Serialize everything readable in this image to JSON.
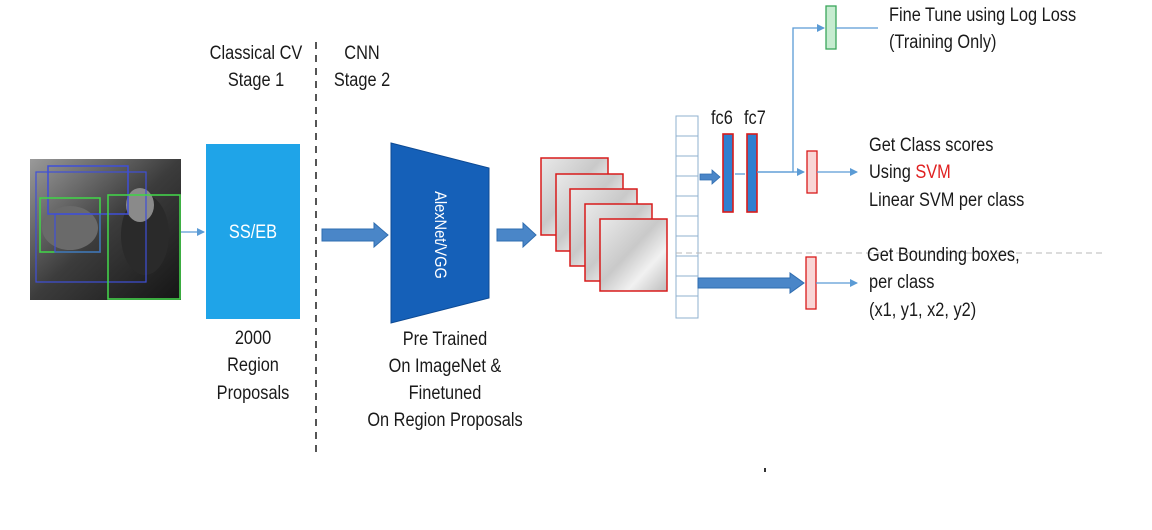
{
  "labels": {
    "classical_cv": "Classical CV",
    "stage1": "Stage 1",
    "cnn": "CNN",
    "stage2": "Stage 2",
    "ss_eb": "SS/EB",
    "proposals_count": "2000",
    "proposals_region": "Region",
    "proposals_word": "Proposals",
    "alexnet_vgg": "AlexNet/VGG",
    "pretrained_1": "Pre Trained",
    "pretrained_2": "On ImageNet &",
    "pretrained_3": "Finetuned",
    "pretrained_4": "On Region Proposals",
    "fc6": "fc6",
    "fc7": "fc7",
    "finetune_1": "Fine Tune using Log Loss",
    "finetune_2": "(Training Only)",
    "class_1": "Get Class scores",
    "class_2_prefix": "Using ",
    "class_2_svm": "SVM",
    "class_3": "Linear SVM per class",
    "bbox_1": "Get Bounding boxes,",
    "bbox_2": "per class",
    "bbox_3": "(x1, y1, x2, y2)"
  },
  "colors": {
    "ss_box": "#1fa4e8",
    "cnn_trapezoid": "#1560b8",
    "arrow": "#4a86c8",
    "line": "#5b9bd5",
    "fc_fill": "#2f7fd0",
    "fc_border": "#d81b1b",
    "svm_red": "#e02020",
    "finetune_box": "#c6ecd0",
    "output_box": "#f9d6d6",
    "divider": "#555555"
  }
}
